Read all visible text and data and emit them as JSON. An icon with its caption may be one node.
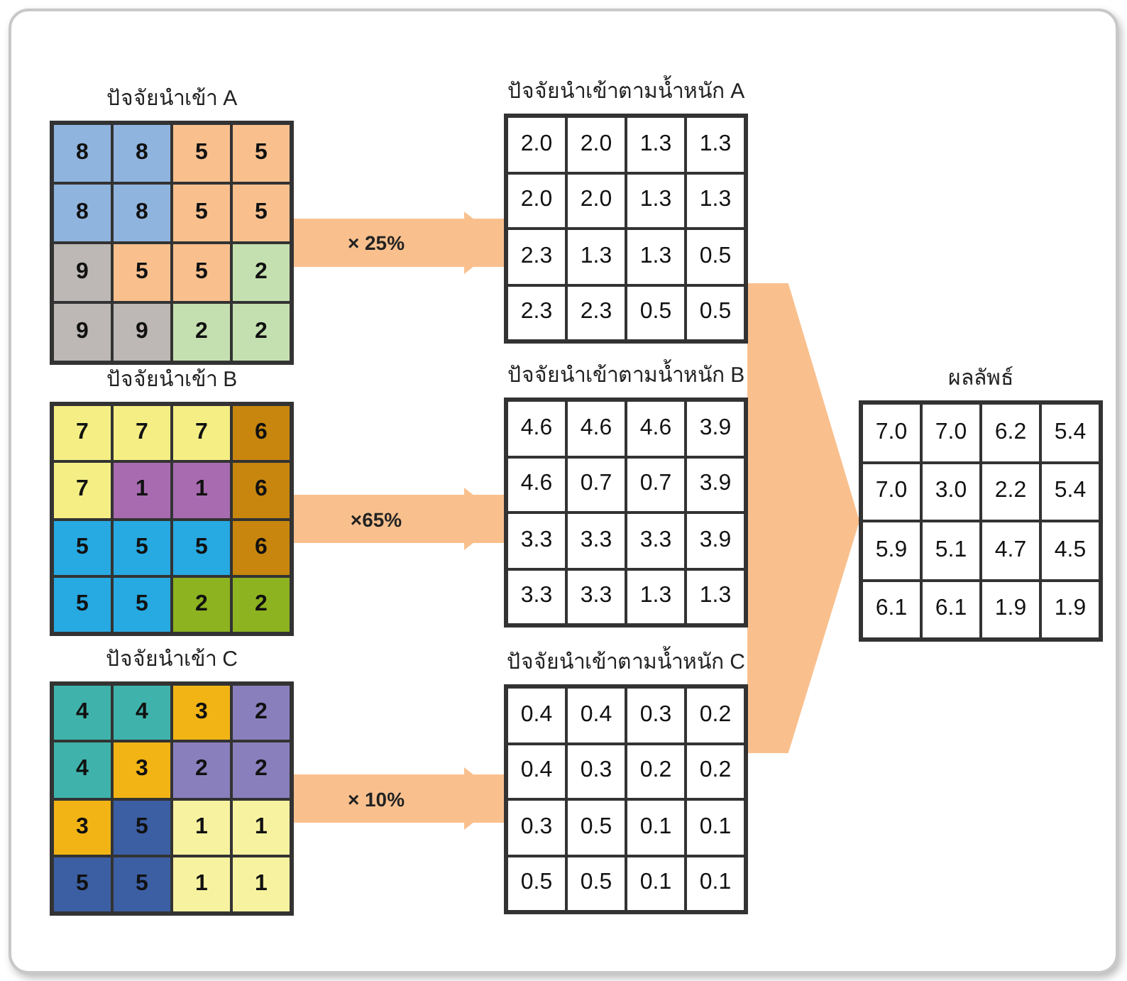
{
  "diagram": {
    "nodes": [
      {
        "text": [
          "ปัจจัยนำเข้า A",
          "8",
          "8",
          "5",
          "5",
          "8",
          "8",
          "5",
          "5",
          "9",
          "5",
          "5",
          "2",
          "9",
          "9",
          "2",
          "2"
        ]
      },
      {
        "text": [
          "ปัจจัยนำเข้าตามน้ำหนัก A",
          "2.0",
          "2.0",
          "1.3",
          "1.3",
          "2.0",
          "2.0",
          "1.3",
          "1.3",
          "2.3",
          "1.3",
          "1.3",
          "0.5",
          "2.3",
          "2.3",
          "0.5",
          "0.5"
        ]
      },
      {
        "text": [
          "ปัจจัยนำเข้า B",
          "7",
          "7",
          "7",
          "6",
          "7",
          "1",
          "1",
          "6",
          "5",
          "5",
          "5",
          "6",
          "5",
          "5",
          "2",
          "2"
        ]
      },
      {
        "text": [
          "ปัจจัยนำเข้าตามน้ำหนัก B",
          "4.6",
          "4.6",
          "4.6",
          "3.9",
          "4.6",
          "0.7",
          "0.7",
          "3.9",
          "3.3",
          "3.3",
          "3.3",
          "3.9",
          "3.3",
          "3.3",
          "1.3",
          "1.3"
        ]
      },
      {
        "text": [
          "ผลลัพธ์",
          "7.0",
          "7.0",
          "6.2",
          "5.4",
          "7.0",
          "3.0",
          "2.2",
          "5.4",
          "5.9",
          "5.1",
          "4.7",
          "4.5",
          "6.1",
          "6.1",
          "1.9",
          "1.9"
        ]
      },
      {
        "text": [
          "ปัจจัยนำเข้า C",
          "4",
          "4",
          "3",
          "2",
          "4",
          "3",
          "2",
          "2",
          "3",
          "5",
          "1",
          "1",
          "5",
          "5",
          "1",
          "1"
        ]
      },
      {
        "text": [
          "ปัจจัยนำเข้าตามน้ำหนัก C",
          "0.4",
          "0.4",
          "0.3",
          "0.2",
          "0.4",
          "0.3",
          "0.2",
          "0.2",
          "0.3",
          "0.5",
          "0.1",
          "0.1",
          "0.5",
          "0.5",
          "0.1",
          "0.1"
        ]
      }
    ],
    "edges": [
      {
        "from": 0,
        "to": 1,
        "arrow": "to",
        "label": "× 25%"
      },
      {
        "from": 2,
        "to": 3,
        "arrow": "to",
        "label": "×65%"
      },
      {
        "from": 5,
        "to": 6,
        "arrow": "to",
        "label": "× 10%"
      },
      {
        "from": 1,
        "to": 4,
        "arrow": "to"
      },
      {
        "from": 3,
        "to": 4,
        "arrow": "to"
      },
      {
        "from": 6,
        "to": 4,
        "arrow": "to"
      }
    ]
  }
}
